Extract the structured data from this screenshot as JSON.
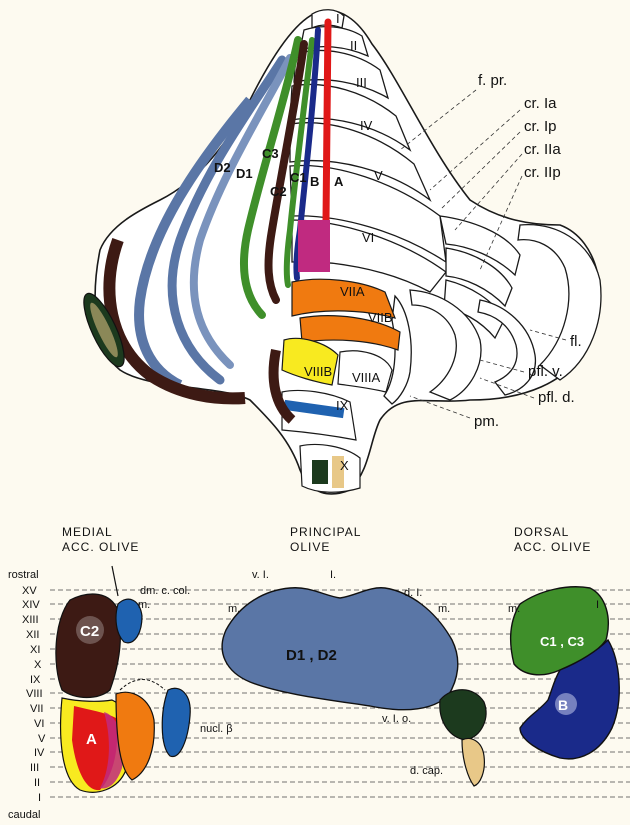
{
  "cerebellum": {
    "lobules": [
      "I",
      "II",
      "III",
      "IV",
      "V",
      "VI",
      "VIIA",
      "VIIB",
      "VIIIB",
      "VIIIA",
      "IX",
      "X"
    ],
    "zone_labels": [
      "D2",
      "D1",
      "C2",
      "C1",
      "C3",
      "B",
      "A"
    ],
    "right_labels": [
      "f. pr.",
      "cr. Ia",
      "cr. Ip",
      "cr. IIa",
      "cr. IIp",
      "fl.",
      "pfl. v.",
      "pfl. d.",
      "pm."
    ]
  },
  "olives": {
    "medial": {
      "title_line1": "MEDIAL",
      "title_line2": "ACC. OLIVE",
      "labels": [
        "dm. c. col.",
        "m.",
        "C2",
        "A",
        "nucl. β"
      ]
    },
    "principal": {
      "title_line1": "PRINCIPAL",
      "title_line2": "OLIVE",
      "labels": [
        "v. I.",
        "I.",
        "d. I.",
        "m.",
        "m.",
        "D1 , D2",
        "v. I. o.",
        "d. cap."
      ]
    },
    "dorsal": {
      "title_line1": "DORSAL",
      "title_line2": "ACC. OLIVE",
      "labels": [
        "m.",
        "I",
        "C1 , C3",
        "B"
      ]
    },
    "axis": {
      "top": "rostral",
      "bottom": "caudal",
      "levels": [
        "XV",
        "XIV",
        "XIII",
        "XII",
        "XI",
        "X",
        "IX",
        "VIII",
        "VII",
        "VI",
        "V",
        "IV",
        "III",
        "II",
        "I"
      ]
    }
  },
  "colors": {
    "D": "#5a76a6",
    "C2": "#3d1a14",
    "C1_C3": "#3f8f2a",
    "B": "#1a2a8a",
    "A": "#e01818",
    "magenta": "#c02a80",
    "orange": "#f07a10",
    "yellow": "#f8ea20",
    "dark_green": "#1c3a1e",
    "sand": "#e8c888"
  }
}
